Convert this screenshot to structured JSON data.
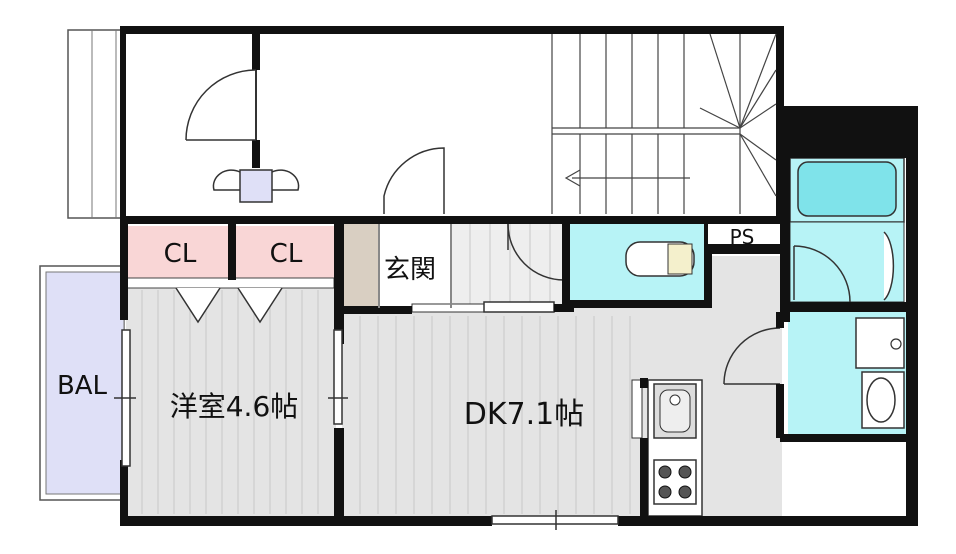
{
  "rooms": {
    "closet_1": "CL",
    "closet_2": "CL",
    "entrance": "玄関",
    "pipe_space": "PS",
    "balcony": "BAL",
    "western_room": "洋室4.6帖",
    "dining_kitchen": "DK7.1帖"
  },
  "colors": {
    "wall": "#111111",
    "closet": "#f9d6d6",
    "entrance": "#d9cfc2",
    "hall_floor": "#e4e4e4",
    "wet_area": "#b7f3f6",
    "balcony": "#dfe0f7",
    "fixture": "#7fe3ea"
  }
}
